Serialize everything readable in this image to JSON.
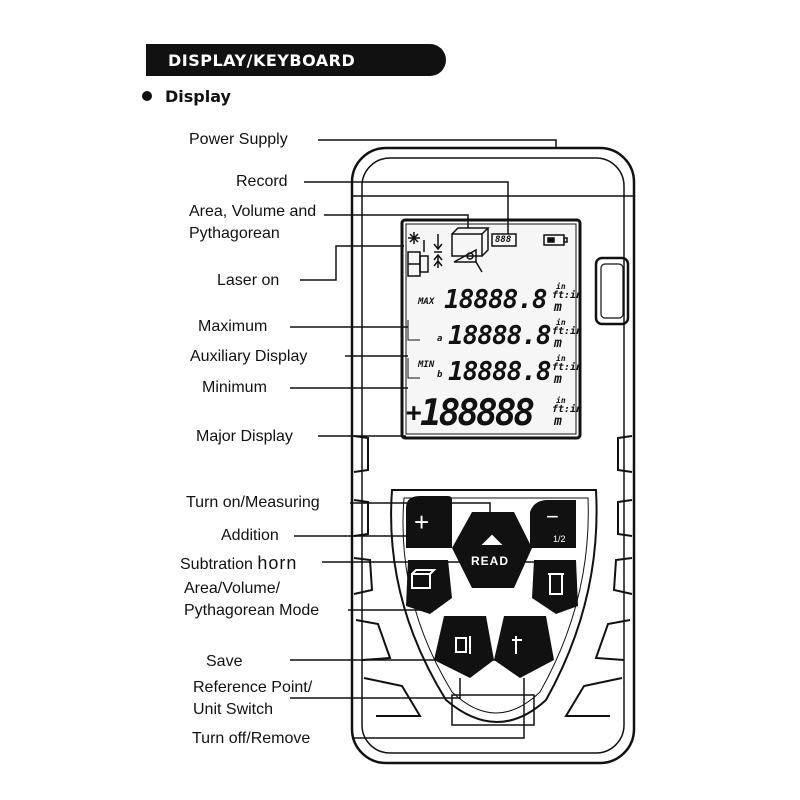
{
  "header": {
    "banner_title": "DISPLAY/KEYBOARD",
    "section_title": "Display"
  },
  "callouts": {
    "power_supply": "Power Supply",
    "record": "Record",
    "area_volume_line1": "Area, Volume and",
    "area_volume_line2": "Pythagorean",
    "laser_on": "Laser on",
    "maximum": "Maximum",
    "auxiliary_display": "Auxiliary Display",
    "minimum": "Minimum",
    "major_display": "Major Display",
    "turn_on_measuring": "Turn on/Measuring",
    "addition": "Addition",
    "subtration": "Subtration",
    "horn": "horn",
    "area_mode_line1": "Area/Volume/",
    "area_mode_line2": "Pythagorean Mode",
    "save": "Save",
    "reference_line1": "Reference Point/",
    "reference_line2": "Unit Switch",
    "turn_off_remove": "Turn off/Remove"
  },
  "lcd": {
    "row1_tag": "MAX",
    "row1_value": "18888.8",
    "row2_tag": "a",
    "row2_value": "18888.8",
    "row3_tag": "MIN",
    "row3_tag_b": "b",
    "row3_value": "18888.8",
    "major_sign": "+",
    "major_value": "188888",
    "record_digits": "888",
    "unit_in": "in",
    "unit_ft": "ft",
    "unit_m": "m",
    "unit_ft_in": "ft:in"
  },
  "keys": {
    "plus": "+",
    "minus": "−",
    "read": "READ",
    "minus_sub": "1/2"
  }
}
